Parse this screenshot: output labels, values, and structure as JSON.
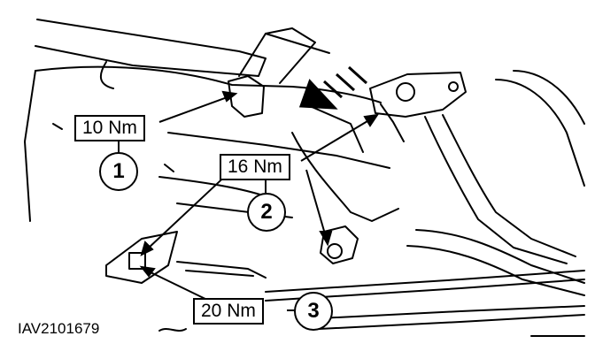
{
  "diagram": {
    "callouts": [
      {
        "number": "1",
        "torque": "10 Nm"
      },
      {
        "number": "2",
        "torque": "16 Nm"
      },
      {
        "number": "3",
        "torque": "20 Nm"
      }
    ],
    "figure_id": "IAV2101679"
  }
}
